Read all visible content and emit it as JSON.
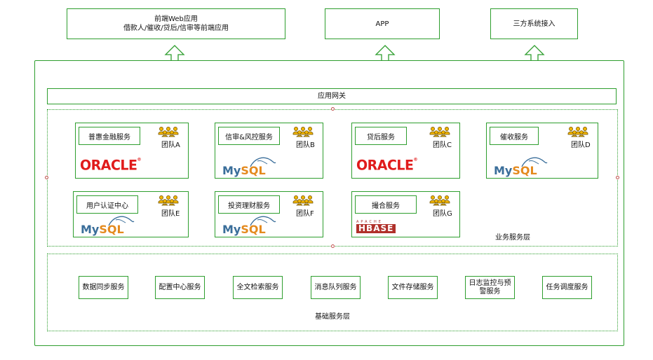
{
  "top": {
    "web_line1": "前端Web应用",
    "web_line2": "借款人/催收/贷后/信审等前端应用",
    "app": "APP",
    "third": "三方系统接入"
  },
  "gateway": "应用网关",
  "business_layer_label": "业务服务层",
  "services": [
    {
      "name": "普惠金融服务",
      "team": "团队A",
      "db": "ORACLE"
    },
    {
      "name": "信审&风控服务",
      "team": "团队B",
      "db": "MySQL"
    },
    {
      "name": "贷后服务",
      "team": "团队C",
      "db": "ORACLE"
    },
    {
      "name": "催收服务",
      "team": "团队D",
      "db": "MySQL"
    },
    {
      "name": "用户认证中心",
      "team": "团队E",
      "db": "MySQL"
    },
    {
      "name": "投资理财服务",
      "team": "团队F",
      "db": "MySQL"
    },
    {
      "name": "撮合服务",
      "team": "团队G",
      "db": "HBASE"
    }
  ],
  "logos": {
    "oracle": "ORACLE",
    "mysql_my": "My",
    "mysql_sql": "SQL",
    "hbase_apache": "APACHE",
    "hbase": "HBASE"
  },
  "base_layer_label": "基础服务层",
  "base_services": [
    "数据同步服务",
    "配置中心服务",
    "全文检索服务",
    "消息队列服务",
    "文件存储服务",
    "日志监控与预警服务",
    "任务调度服务"
  ],
  "colors": {
    "border": "#2e9e2e",
    "oracle_red": "#e01b1b",
    "mysql_blue": "#3a6e9a",
    "mysql_orange": "#e48a1e",
    "team_yellow": "#f0b400"
  },
  "icons": [
    "double-arrow-icon",
    "team-icon"
  ]
}
